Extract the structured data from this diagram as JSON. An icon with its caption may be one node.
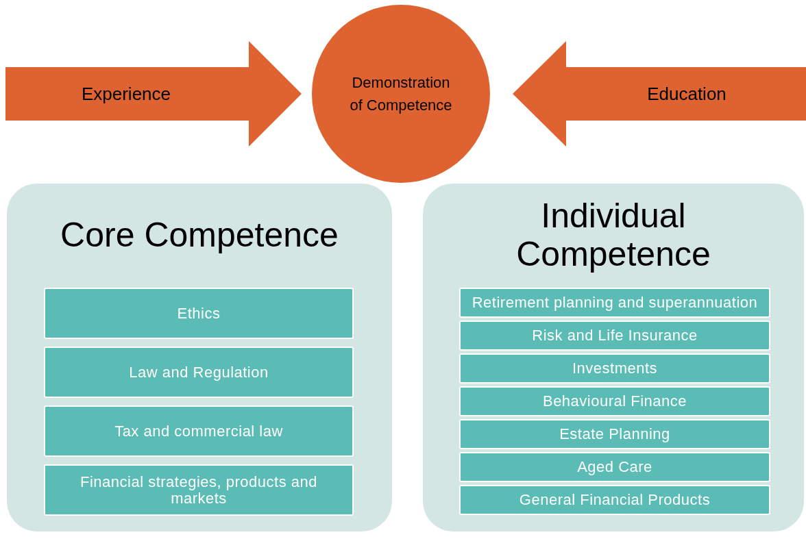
{
  "diagram": {
    "nodes": [
      {
        "text": [
          "Experience"
        ]
      },
      {
        "text": [
          "Demonstration of Competence"
        ]
      },
      {
        "text": [
          "Education"
        ]
      },
      {
        "text": [
          "Core Competence"
        ]
      },
      {
        "text": [
          "Ethics"
        ],
        "in": 3
      },
      {
        "text": [
          "Law and Regulation"
        ],
        "in": 3
      },
      {
        "text": [
          "Tax and commercial law"
        ],
        "in": 3
      },
      {
        "text": [
          "Financial strategies, products and markets"
        ],
        "in": 3
      },
      {
        "text": [
          "Individual Competence"
        ]
      },
      {
        "text": [
          "Retirement planning and superannuation"
        ],
        "in": 8
      },
      {
        "text": [
          "Risk and Life Insurance"
        ],
        "in": 8
      },
      {
        "text": [
          "Investments"
        ],
        "in": 8
      },
      {
        "text": [
          "Behavioural Finance"
        ],
        "in": 8
      },
      {
        "text": [
          "Estate Planning"
        ],
        "in": 8
      },
      {
        "text": [
          "Aged Care"
        ],
        "in": 8
      },
      {
        "text": [
          "General Financial Products"
        ],
        "in": 8
      }
    ]
  }
}
